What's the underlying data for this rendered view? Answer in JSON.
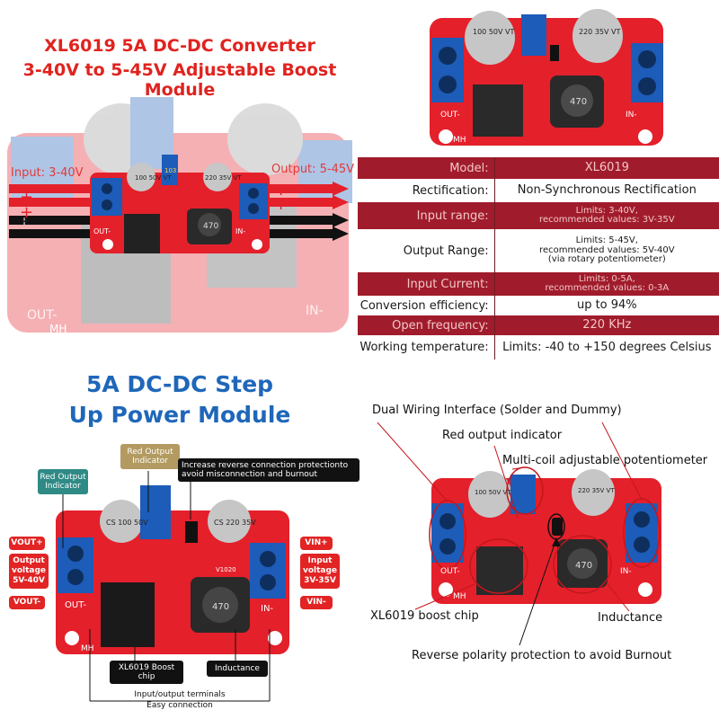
{
  "top_left": {
    "title_line1": "XL6019 5A DC-DC Converter",
    "title_line2": "3-40V to 5-45V Adjustable Boost Module",
    "input_label": "Input: 3-40V",
    "output_label": "Output: 5-45V",
    "board_out_label": "OUT-",
    "board_in_label": "IN-",
    "board_mh_label": "MH",
    "cap_left": "100 50V VT",
    "cap_right": "220 35V VT",
    "pot_text": "103",
    "inductor_text": "470",
    "plus_sign": "+",
    "minus_sign": "−"
  },
  "top_right": {
    "board_out_label": "OUT-",
    "board_in_label": "IN-",
    "board_mh_label": "MH",
    "cap_left": "100 50V VT",
    "cap_right": "220 35V VT",
    "inductor_text": "470"
  },
  "specs": [
    {
      "key": "Model:",
      "value": [
        "XL6019"
      ],
      "dark": true,
      "small": false
    },
    {
      "key": "Rectification:",
      "value": [
        "Non-Synchronous Rectification"
      ],
      "dark": false,
      "small": false
    },
    {
      "key": "Input range:",
      "value": [
        "Limits: 3-40V,",
        "recommended values: 3V-35V"
      ],
      "dark": true,
      "small": true
    },
    {
      "key": "Output Range:",
      "value": [
        "Limits: 5-45V,",
        "recommended values: 5V-40V",
        "(via rotary potentiometer)"
      ],
      "dark": false,
      "small": true
    },
    {
      "key": "Input Current:",
      "value": [
        "Limits: 0-5A,",
        "recommended values: 0-3A"
      ],
      "dark": true,
      "small": true
    },
    {
      "key": "Conversion efficiency:",
      "value": [
        "up to 94%"
      ],
      "dark": false,
      "small": false
    },
    {
      "key": "Open frequency:",
      "value": [
        "220 KHz"
      ],
      "dark": true,
      "small": false
    },
    {
      "key": "Working temperature:",
      "value": [
        "Limits: -40 to +150 degrees Celsius"
      ],
      "dark": false,
      "small": false
    }
  ],
  "bottom_left": {
    "title_line1": "5A DC-DC Step",
    "title_line2": "Up Power Module",
    "red_output_indicator_left": "Red Output Indicator",
    "red_output_indicator_top": "Red Output Indicator",
    "reverse_note": "Increase reverse connection protectionto avoid misconnection and burnout",
    "vout_plus": "VOUT+",
    "vout_minus": "VOUT-",
    "vin_plus": "VIN+",
    "vin_minus": "VIN-",
    "output_voltage": "Output voltage 5V-40V",
    "input_voltage": "Input voltage 3V-35V",
    "chip_label": "XL6019 Boost chip",
    "inductance_label": "Inductance",
    "terminals_label_line1": "Input/output terminals",
    "terminals_label_line2": "Easy connection",
    "cap_left": "CS 100 50V",
    "cap_right": "CS 220 35V",
    "inductor_text": "470",
    "board_out_label": "OUT-",
    "board_in_label": "IN-",
    "board_mh_label": "MH",
    "board_version": "V1020"
  },
  "bottom_right": {
    "dual_wiring": "Dual Wiring Interface (Solder and Dummy)",
    "red_output_indicator": "Red output indicator",
    "multi_coil": "Multi-coil adjustable potentiometer",
    "boost_chip": "XL6019 boost chip",
    "inductance": "Inductance",
    "reverse_polarity": "Reverse polarity protection to avoid Burnout",
    "board_out_label": "OUT-",
    "board_in_label": "IN-",
    "board_mh_label": "MH",
    "cap_left": "100 50V VT",
    "cap_right": "220 35V VT",
    "inductor_text": "470"
  },
  "colors": {
    "pcb_red": "#e4202b",
    "terminal_blue": "#1d5cb8",
    "title_red": "#e0231f",
    "title_blue": "#1f67b9",
    "table_dark_row": "#a01c2c",
    "label_gold": "#b39a61",
    "label_teal": "#2f8a86"
  }
}
